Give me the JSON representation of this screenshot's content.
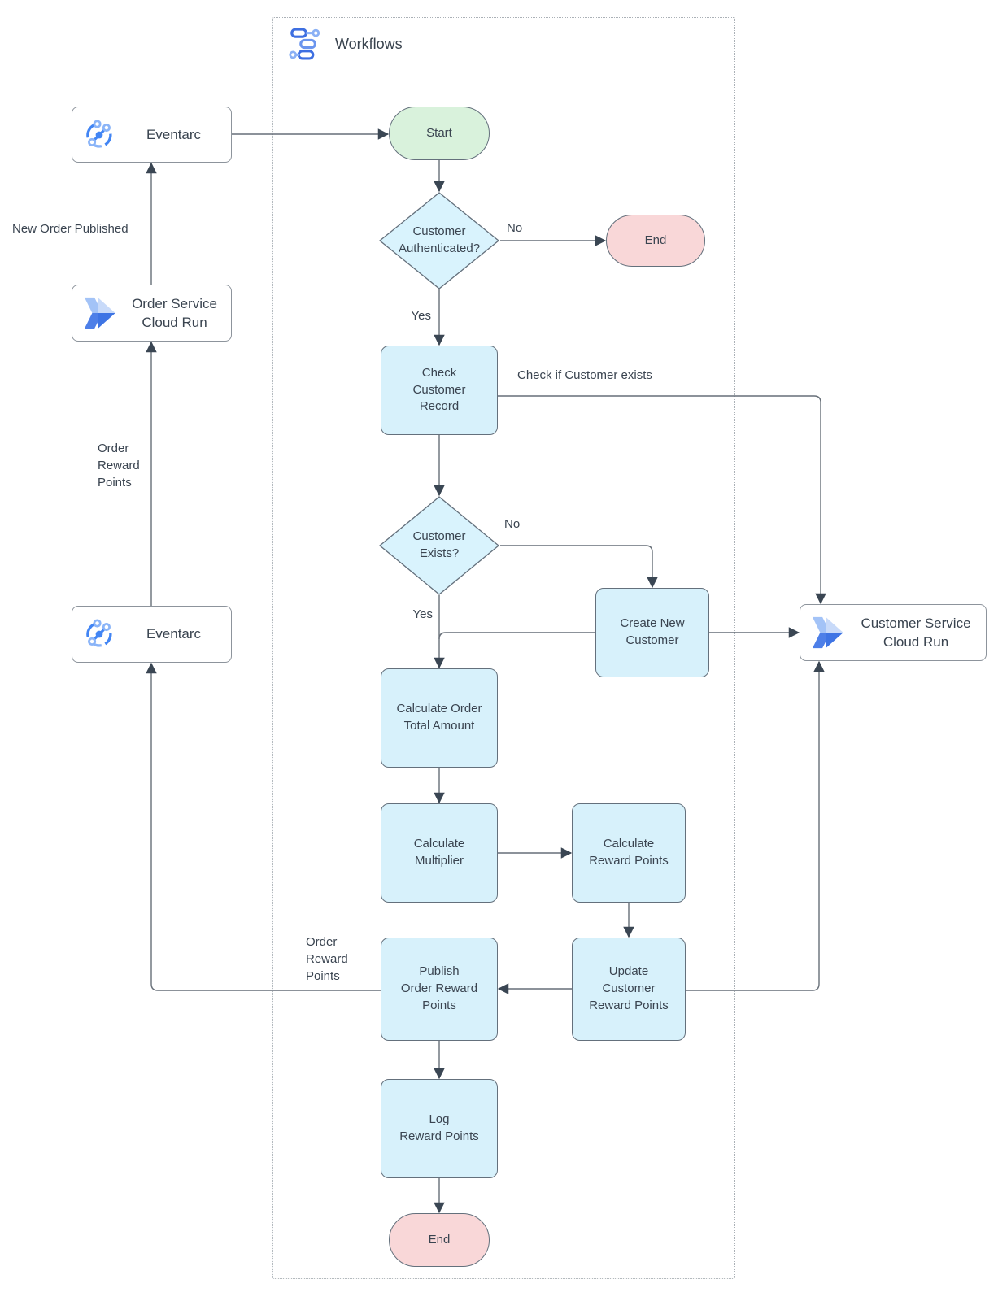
{
  "diagram": {
    "title": "Workflows",
    "type": "flowchart"
  },
  "colors": {
    "process_fill": "#d7f1fb",
    "decision_fill": "#d9f3fd",
    "start_fill": "#d9f2dc",
    "end_fill": "#f9d7d8",
    "service_fill": "#ffffff",
    "connector_line": "#676f78",
    "arrowhead": "#3a4653",
    "text": "#3a4450",
    "google_blue": "#4285f4",
    "google_blue_light": "#8ab4f8"
  },
  "nodes": {
    "eventarc_top": {
      "label": "Eventarc"
    },
    "order_service": {
      "label": "Order Service\nCloud Run"
    },
    "eventarc_bottom": {
      "label": "Eventarc"
    },
    "customer_service": {
      "label": "Customer Service\nCloud Run"
    },
    "start": {
      "label": "Start"
    },
    "customer_authenticated": {
      "label": "Customer\nAuthenticated?"
    },
    "end_top": {
      "label": "End"
    },
    "check_customer_record": {
      "label": "Check\nCustomer\nRecord"
    },
    "customer_exists": {
      "label": "Customer\nExists?"
    },
    "create_new_customer": {
      "label": "Create New\nCustomer"
    },
    "calculate_order_total": {
      "label": "Calculate Order\nTotal Amount"
    },
    "calculate_multiplier": {
      "label": "Calculate\nMultiplier"
    },
    "calculate_reward_points": {
      "label": "Calculate\nReward Points"
    },
    "update_customer_reward_points": {
      "label": "Update\nCustomer\nReward Points"
    },
    "publish_order_reward_points": {
      "label": "Publish\nOrder Reward\nPoints"
    },
    "log_reward_points": {
      "label": "Log\nReward Points"
    },
    "end_bottom": {
      "label": "End"
    }
  },
  "edge_labels": {
    "auth_no": "No",
    "auth_yes": "Yes",
    "check_if_customer_exists": "Check if Customer exists",
    "exists_no": "No",
    "exists_yes": "Yes",
    "new_order_published": "New Order Published",
    "order_reward_points_left": "Order\nReward\nPoints",
    "order_reward_points_publish": "Order\nReward\nPoints"
  }
}
